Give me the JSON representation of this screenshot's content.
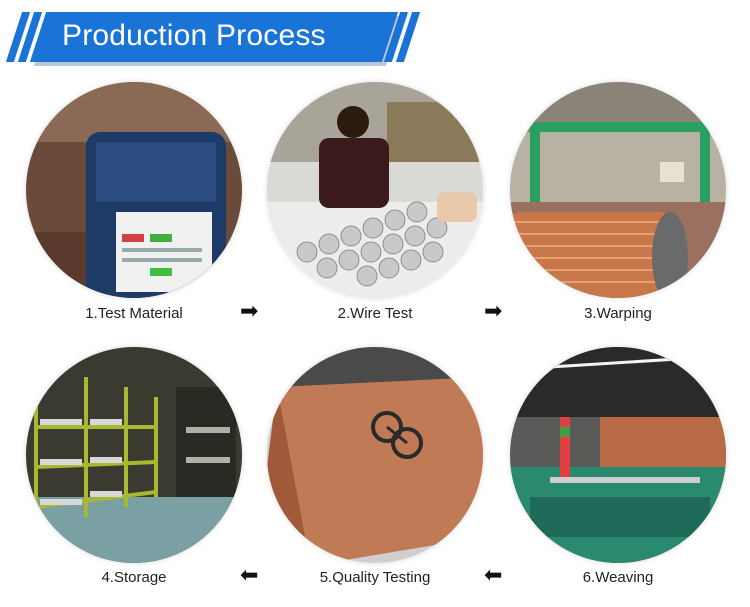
{
  "header": {
    "title": "Production Process"
  },
  "steps": [
    {
      "label": "1.Test Material"
    },
    {
      "label": "2.Wire Test"
    },
    {
      "label": "3.Warping"
    },
    {
      "label": "4.Storage"
    },
    {
      "label": "5.Quality Testing"
    },
    {
      "label": "6.Weaving"
    }
  ],
  "icons": {
    "arrow_right": "➡",
    "arrow_left": "⬅"
  },
  "colors": {
    "banner": "#1a73d6",
    "copper": "#c8774a"
  }
}
